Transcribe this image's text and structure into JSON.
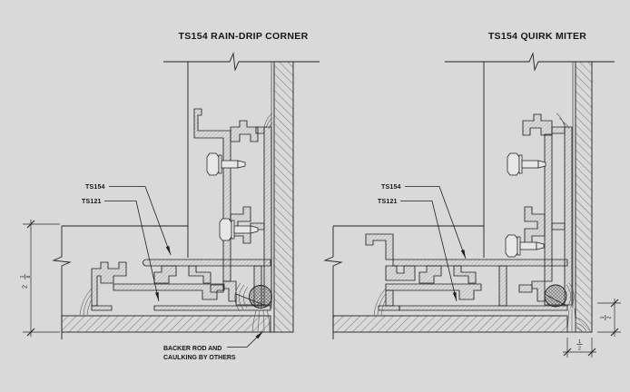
{
  "colors": {
    "background": "#d9d9d9",
    "ink": "#1f1f1f",
    "panel_hatch": "#4a4a4a",
    "aluminum_hatch": "#6e6e6e"
  },
  "details": [
    {
      "title": "TS154 RAIN-DRIP CORNER",
      "labels": {
        "ts154": "TS154",
        "ts121": "TS121"
      },
      "note": {
        "line1": "BACKER ROD AND",
        "line2": "CAULKING BY OTHERS"
      },
      "dimension_depth": {
        "whole": "2",
        "numerator": "1",
        "denominator": "8"
      }
    },
    {
      "title": "TS154 QUIRK MITER",
      "labels": {
        "ts154": "TS154",
        "ts121": "TS121"
      },
      "dimension_vertical": {
        "numerator": "1",
        "denominator": "2"
      },
      "dimension_horizontal": {
        "numerator": "1",
        "denominator": "2"
      }
    }
  ]
}
